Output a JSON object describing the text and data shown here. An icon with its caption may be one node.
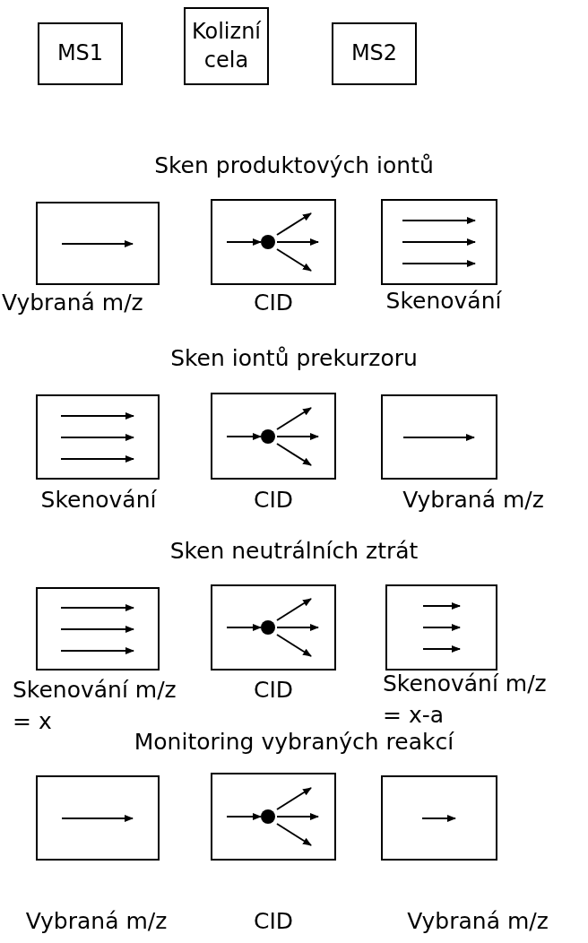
{
  "diagram": {
    "nodes": [
      {
        "text": [
          "MS1"
        ]
      },
      {
        "text": [
          "Kolizní cela"
        ]
      },
      {
        "text": [
          "MS2"
        ]
      },
      {
        "text": [],
        "shape": "box",
        "beside": [
          "Vybraná m/z"
        ]
      },
      {
        "text": [],
        "shape": "box",
        "beside": [
          "CID"
        ]
      },
      {
        "text": [],
        "shape": "box",
        "beside": [
          "Skenování"
        ]
      },
      {
        "text": [],
        "shape": "box",
        "beside": [
          "Skenování"
        ]
      },
      {
        "text": [],
        "shape": "box",
        "beside": [
          "CID"
        ]
      },
      {
        "text": [],
        "shape": "box",
        "beside": [
          "Vybraná m/z"
        ]
      },
      {
        "text": [],
        "shape": "box",
        "beside": [
          "Skenování m/z = x"
        ]
      },
      {
        "text": [],
        "shape": "box",
        "beside": [
          "CID"
        ]
      },
      {
        "text": [],
        "shape": "box",
        "beside": [
          "Skenování m/z = x-a"
        ]
      },
      {
        "text": [],
        "shape": "box",
        "beside": [
          "Vybraná m/z"
        ]
      },
      {
        "text": [],
        "shape": "box",
        "beside": [
          "CID"
        ]
      },
      {
        "text": [],
        "shape": "box",
        "beside": [
          "Vybraná m/z"
        ]
      }
    ],
    "edges": [],
    "labels": [
      "Sken produktových iontů",
      "Sken iontů prekurzoru",
      "Sken neutrálních ztrát",
      "Monitoring vybraných reakcí"
    ]
  }
}
